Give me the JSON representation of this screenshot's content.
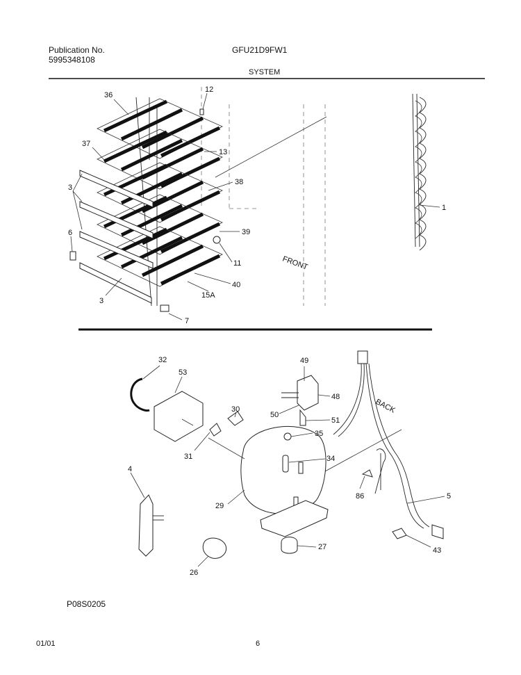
{
  "header": {
    "publication_label": "Publication No.",
    "publication_number": "5995348108",
    "model": "GFU21D9FW1",
    "section_title": "SYSTEM"
  },
  "upper_diagram": {
    "orientation_label": "FRONT",
    "callouts": [
      "36",
      "12",
      "37",
      "13",
      "38",
      "3",
      "6",
      "39",
      "11",
      "40",
      "15A",
      "3",
      "7",
      "1"
    ]
  },
  "lower_diagram": {
    "orientation_label": "BACK",
    "callouts": [
      "32",
      "53",
      "30",
      "49",
      "48",
      "50",
      "51",
      "35",
      "31",
      "34",
      "4",
      "29",
      "86",
      "5",
      "27",
      "26",
      "43"
    ]
  },
  "footer": {
    "figure_code": "P08S0205",
    "date": "01/01",
    "page_number": "6"
  }
}
